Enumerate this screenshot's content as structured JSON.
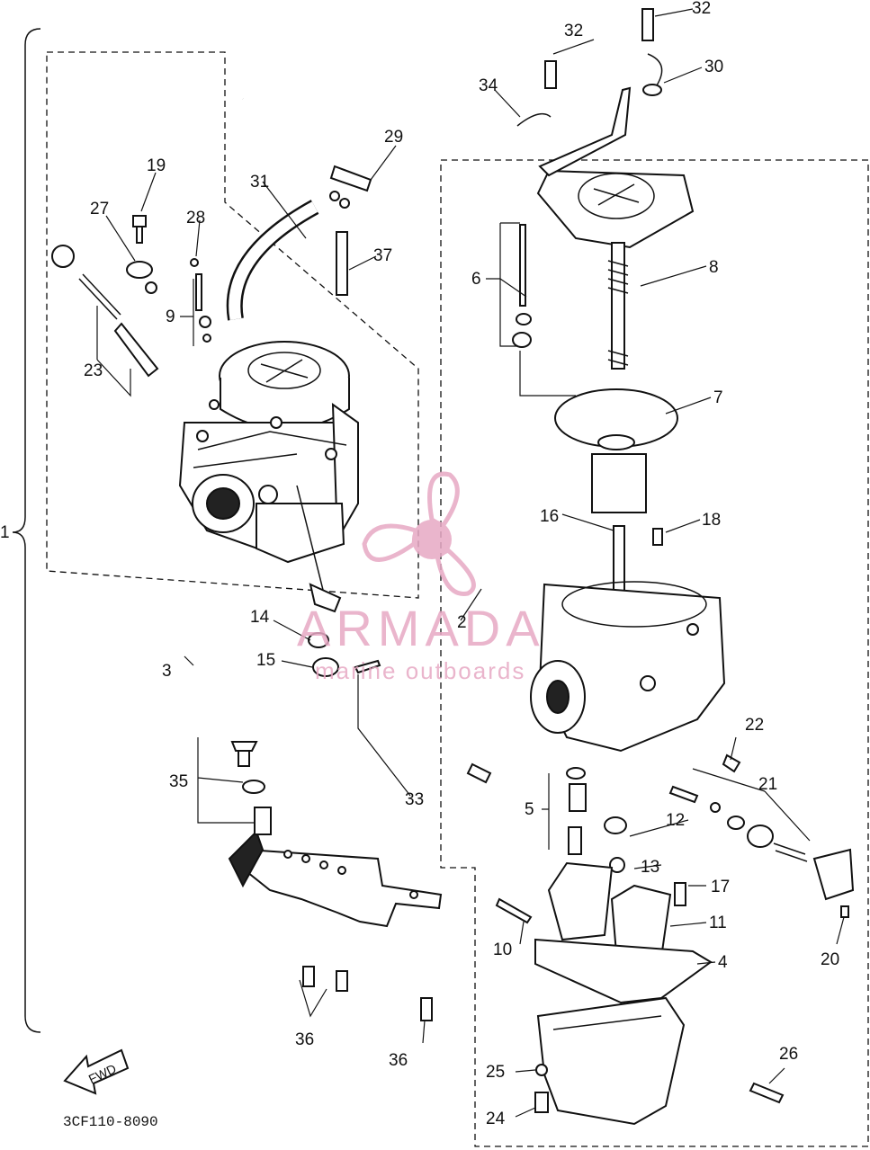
{
  "diagram": {
    "drawing_code": "3CF110-8090",
    "arrow_label": "FWD",
    "watermark": {
      "brand": "ARMADA",
      "tagline": "marine outboards",
      "color": "#e7a9c4"
    },
    "callouts": {
      "c1": "1",
      "c2": "2",
      "c3": "3",
      "c4": "4",
      "c5": "5",
      "c6": "6",
      "c7": "7",
      "c8": "8",
      "c9": "9",
      "c10": "10",
      "c11": "11",
      "c12": "12",
      "c13": "13",
      "c14": "14",
      "c15": "15",
      "c16": "16",
      "c17": "17",
      "c18": "18",
      "c19": "19",
      "c20": "20",
      "c21": "21",
      "c22": "22",
      "c23": "23",
      "c24": "24",
      "c25": "25",
      "c26": "26",
      "c27": "27",
      "c28": "28",
      "c29": "29",
      "c30": "30",
      "c31": "31",
      "c32a": "32",
      "c32b": "32",
      "c33": "33",
      "c34": "34",
      "c35": "35",
      "c36a": "36",
      "c36b": "36",
      "c37": "37"
    }
  }
}
